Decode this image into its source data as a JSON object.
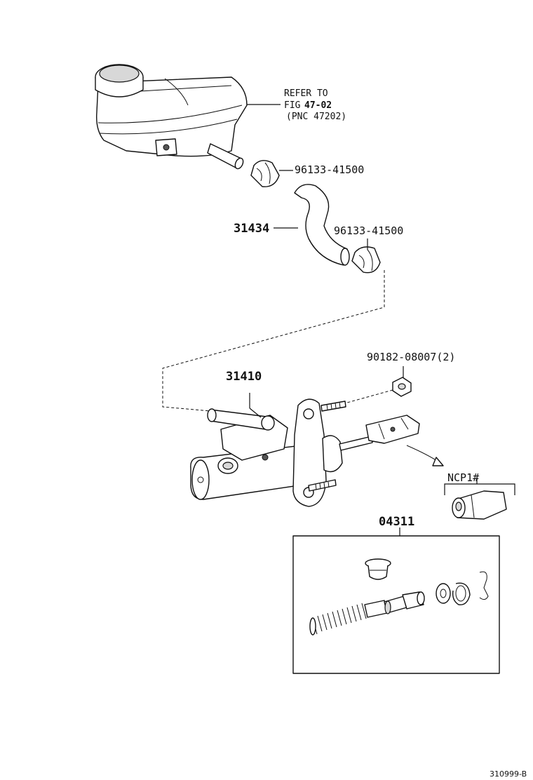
{
  "labels": {
    "refer_line1": "REFER TO",
    "refer_line2_prefix": "FIG",
    "refer_line2_num": "47-02",
    "refer_line3": "(PNC 47202)",
    "clamp_upper": "96133-41500",
    "hose": "31434",
    "clamp_lower": "96133-41500",
    "nut": "90182-08007(2)",
    "cylinder": "31410",
    "variant": "NCP1#",
    "kit": "04311",
    "footer": "310999-B"
  }
}
